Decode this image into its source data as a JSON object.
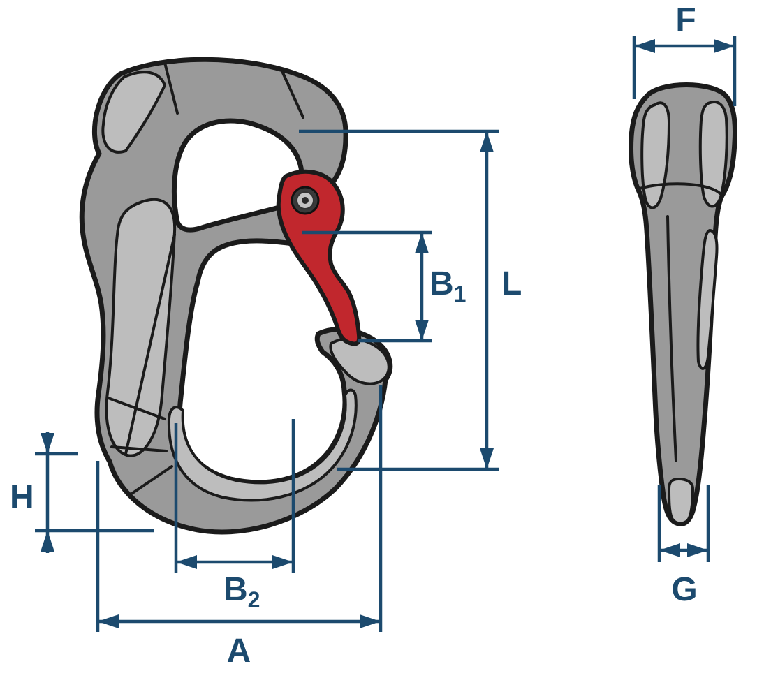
{
  "diagram": {
    "subject": "hook-dimension-drawing",
    "colors": {
      "dimension_blue": "#1c4a6e",
      "body_gray": "#9a9a9a",
      "highlight_gray": "#bdbdbd",
      "outline_black": "#1b1b1b",
      "gate_red": "#c1272d",
      "background": "#ffffff"
    },
    "labels": {
      "f": "F",
      "l": "L",
      "b1": {
        "base": "B",
        "sub": "1"
      },
      "b2": {
        "base": "B",
        "sub": "2"
      },
      "a": "A",
      "h": "H",
      "g": "G"
    }
  }
}
